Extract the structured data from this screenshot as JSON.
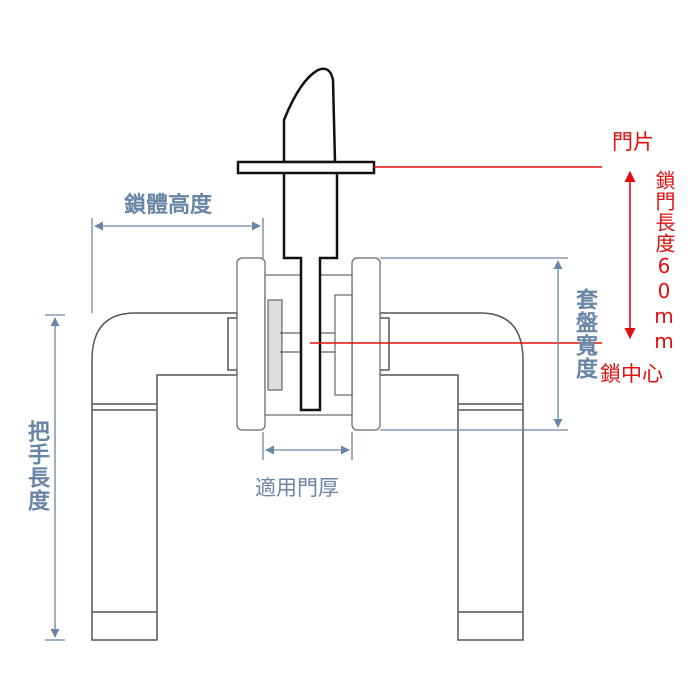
{
  "labels": {
    "door_panel": "門片",
    "lock_door_length": "鎖門長度60mm",
    "lock_center": "鎖中心",
    "lock_body_height": "鎖體高度",
    "rose_width": "套盤寬度",
    "door_thickness": "適用門厚",
    "handle_length": "把手長度"
  },
  "colors": {
    "dimension_blue": "#6a86a6",
    "accent_red": "#e01010",
    "outline": "#111111"
  }
}
